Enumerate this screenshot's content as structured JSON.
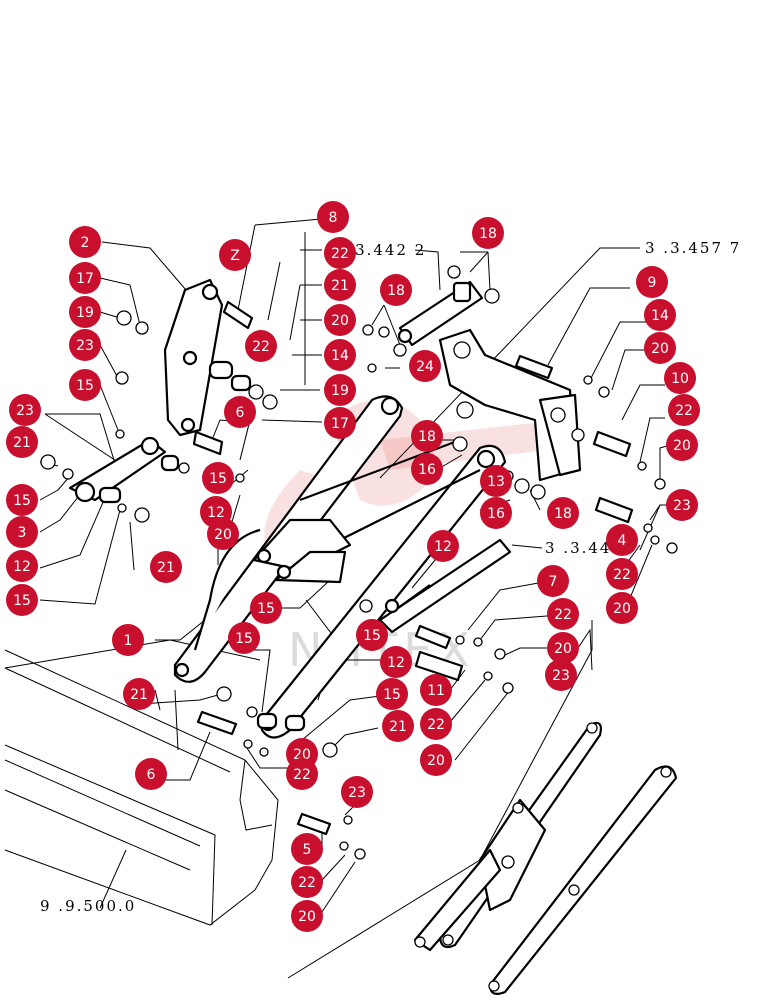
{
  "references": [
    {
      "key": "ref-top-cylinder",
      "text": "3 .3.442 2"
    },
    {
      "key": "ref-top-right",
      "text": "3 .3.457 7"
    },
    {
      "key": "ref-mid-cylinder",
      "text": "3 .3.443"
    },
    {
      "key": "ref-bucket",
      "text": "9 .9.500.0"
    }
  ],
  "watermark": {
    "text": "NHTEX"
  },
  "callouts": [
    {
      "id": "c1",
      "label": "8"
    },
    {
      "id": "c2",
      "label": "2"
    },
    {
      "id": "c3",
      "label": "Z"
    },
    {
      "id": "c4",
      "label": "22"
    },
    {
      "id": "c5",
      "label": "18"
    },
    {
      "id": "c6",
      "label": "17"
    },
    {
      "id": "c7",
      "label": "21"
    },
    {
      "id": "c8",
      "label": "9"
    },
    {
      "id": "c9",
      "label": "18"
    },
    {
      "id": "c10",
      "label": "19"
    },
    {
      "id": "c11",
      "label": "20"
    },
    {
      "id": "c12",
      "label": "14"
    },
    {
      "id": "c13",
      "label": "22"
    },
    {
      "id": "c14",
      "label": "23"
    },
    {
      "id": "c15",
      "label": "14"
    },
    {
      "id": "c16",
      "label": "20"
    },
    {
      "id": "c17",
      "label": "24"
    },
    {
      "id": "c18",
      "label": "15"
    },
    {
      "id": "c19",
      "label": "19"
    },
    {
      "id": "c20",
      "label": "10"
    },
    {
      "id": "c21",
      "label": "23"
    },
    {
      "id": "c22",
      "label": "6"
    },
    {
      "id": "c23",
      "label": "17"
    },
    {
      "id": "c24",
      "label": "22"
    },
    {
      "id": "c25",
      "label": "18"
    },
    {
      "id": "c26",
      "label": "21"
    },
    {
      "id": "c27",
      "label": "20"
    },
    {
      "id": "c28",
      "label": "16"
    },
    {
      "id": "c29",
      "label": "15"
    },
    {
      "id": "c30",
      "label": "13"
    },
    {
      "id": "c31",
      "label": "15"
    },
    {
      "id": "c32",
      "label": "23"
    },
    {
      "id": "c33",
      "label": "16"
    },
    {
      "id": "c34",
      "label": "18"
    },
    {
      "id": "c35",
      "label": "12"
    },
    {
      "id": "c36",
      "label": "20"
    },
    {
      "id": "c37",
      "label": "3"
    },
    {
      "id": "c38",
      "label": "4"
    },
    {
      "id": "c39",
      "label": "12"
    },
    {
      "id": "c40",
      "label": "21"
    },
    {
      "id": "c41",
      "label": "12"
    },
    {
      "id": "c42",
      "label": "22"
    },
    {
      "id": "c43",
      "label": "15"
    },
    {
      "id": "c44",
      "label": "7"
    },
    {
      "id": "c45",
      "label": "20"
    },
    {
      "id": "c46",
      "label": "15"
    },
    {
      "id": "c47",
      "label": "22"
    },
    {
      "id": "c48",
      "label": "15"
    },
    {
      "id": "c49",
      "label": "1"
    },
    {
      "id": "c50",
      "label": "20"
    },
    {
      "id": "c51",
      "label": "15"
    },
    {
      "id": "c52",
      "label": "12"
    },
    {
      "id": "c53",
      "label": "23"
    },
    {
      "id": "c54",
      "label": "11"
    },
    {
      "id": "c55",
      "label": "21"
    },
    {
      "id": "c56",
      "label": "15"
    },
    {
      "id": "c57",
      "label": "22"
    },
    {
      "id": "c58",
      "label": "21"
    },
    {
      "id": "c59",
      "label": "20"
    },
    {
      "id": "c60",
      "label": "20"
    },
    {
      "id": "c61",
      "label": "6"
    },
    {
      "id": "c62",
      "label": "22"
    },
    {
      "id": "c63",
      "label": "23"
    },
    {
      "id": "c64",
      "label": "5"
    },
    {
      "id": "c65",
      "label": "22"
    },
    {
      "id": "c66",
      "label": "20"
    }
  ]
}
